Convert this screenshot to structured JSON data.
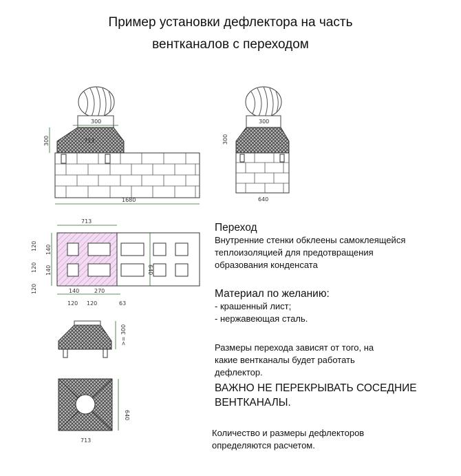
{
  "title": {
    "line1": "Пример установки дефлектора на часть",
    "line2": "вентканалов с переходом"
  },
  "dimensions": {
    "neck": "300",
    "hood_height": "300",
    "hood_width": "713",
    "wall_length": "1680",
    "side_neck": "300",
    "side_hood_height": "300",
    "side_width": "640",
    "plan_width": "713",
    "plan_depth": "640",
    "rows": [
      "120",
      "120",
      "120"
    ],
    "channel_h": [
      "140",
      "140"
    ],
    "bottom": [
      "140",
      "270"
    ],
    "gaps": [
      "120",
      "120",
      "63"
    ],
    "hood2_height": ">= 300",
    "square_depth": "640",
    "square_width": "713"
  },
  "text": {
    "transition_heading": "Переход",
    "transition_body": [
      "Внутренние стенки обклеены самоклеящейся",
      "теплоизоляцией для предотвращения",
      "образования конденсата"
    ],
    "material_heading": "Материал по желанию:",
    "material_items": [
      "- крашенный лист;",
      "- нержавеющая сталь."
    ],
    "size_note": [
      "Размеры перехода зависят от того, на",
      "какие вентканалы будет работать",
      "дефлектор."
    ],
    "warning": [
      "ВАЖНО НЕ ПЕРЕКРЫВАТЬ СОСЕДНИЕ",
      "ВЕНТКАНАЛЫ."
    ],
    "count_note": [
      "Количество и размеры дефлекторов",
      "определяются расчетом."
    ]
  }
}
